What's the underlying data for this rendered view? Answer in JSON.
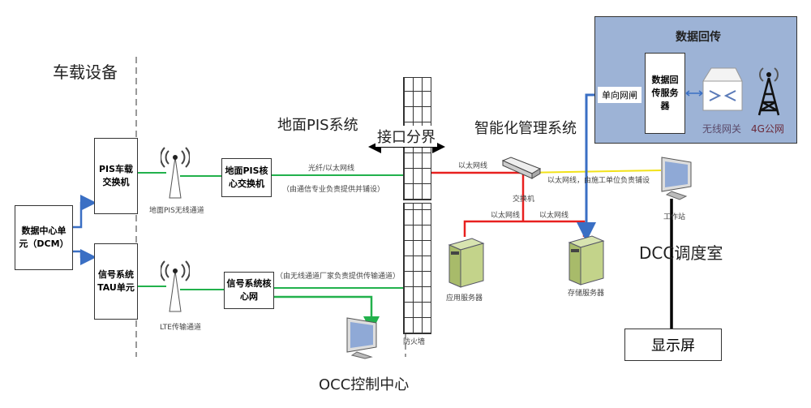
{
  "labels": {
    "vehicle_equipment": "车载设备",
    "ground_pis_system": "地面PIS系统",
    "interface_boundary": "接口分界",
    "intelligent_mgmt": "智能化管理系统",
    "occ": "OCC控制中心",
    "dcc": "DCC调度室",
    "firewall": "防火墙"
  },
  "nodes": {
    "dcm": "数据中心单元（DCM）",
    "pis_vehicle_switch": "PIS车载交换机",
    "tau": "信号系统TAU单元",
    "pis_core_switch": "地面PIS核心交换机",
    "signal_core": "信号系统核心网",
    "switch": "交换机",
    "app_server": "应用服务器",
    "storage_server": "存储服务器",
    "workstation": "工作站",
    "display": "显示屏"
  },
  "channels": {
    "pis_wireless": "地面PIS无线通道",
    "lte": "LTE传输通道",
    "fiber": "光纤/以太网线",
    "fiber_note": "（由通信专业负责提供并铺设）",
    "wireless_note": "（由无线通道厂家负责提供传输通道）",
    "eth1": "以太网线",
    "eth2": "以太网线",
    "eth3": "以太网线",
    "eth_yellow": "以太网线，由施工单位负责铺设"
  },
  "backhaul": {
    "title": "数据回传",
    "gatekeeper": "单向网闸",
    "server": "数据回传服务器",
    "gateway": "无线网关",
    "public4g": "4G公网"
  },
  "colors": {
    "green": "#22b14c",
    "red": "#e8201f",
    "yellow": "#f2e21a",
    "blue": "#3a6fc4",
    "panel": "#9db3d6"
  }
}
